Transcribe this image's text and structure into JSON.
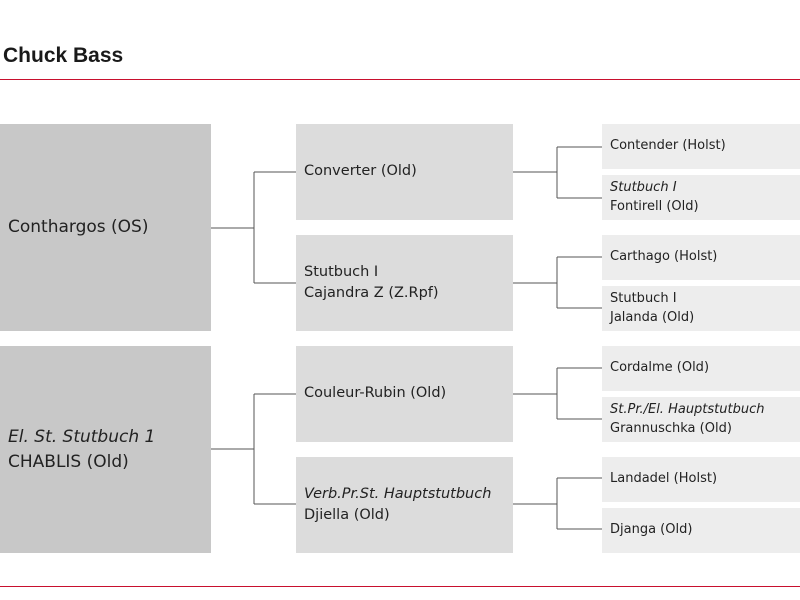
{
  "title": "Chuck Bass",
  "sire": {
    "name": "Conthargos (OS)"
  },
  "dam": {
    "prefix": "El. St. Stutbuch 1",
    "name": "CHABLIS (Old)"
  },
  "sire_sire": {
    "name": "Converter (Old)"
  },
  "sire_dam": {
    "prefix": "Stutbuch I",
    "name": "Cajandra Z (Z.Rpf)"
  },
  "dam_sire": {
    "name": "Couleur-Rubin (Old)"
  },
  "dam_dam": {
    "prefix": "Verb.Pr.St. Hauptstutbuch",
    "name": "Djiella (Old)"
  },
  "gen3": [
    {
      "prefix": "",
      "name": "Contender (Holst)"
    },
    {
      "prefix": "Stutbuch I",
      "name": "Fontirell (Old)"
    },
    {
      "prefix": "",
      "name": "Carthago (Holst)"
    },
    {
      "prefix": "Stutbuch I",
      "name": "Jalanda (Old)"
    },
    {
      "prefix": "",
      "name": "Cordalme (Old)"
    },
    {
      "prefix": "St.Pr./El. Hauptstutbuch",
      "name": "Grannuschka (Old)"
    },
    {
      "prefix": "",
      "name": "Landadel (Holst)"
    },
    {
      "prefix": "",
      "name": "Djanga (Old)"
    }
  ]
}
